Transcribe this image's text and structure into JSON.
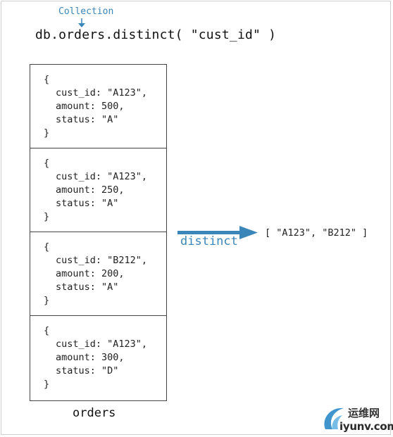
{
  "collection_label": "Collection",
  "command": "db.orders.distinct( \"cust_id\" )",
  "collection_name": "orders",
  "operation_label": "distinct",
  "result": "[ \"A123\", \"B212\" ]",
  "colors": {
    "accent": "#3a86b8",
    "text": "#111111",
    "border": "#444444"
  },
  "documents": [
    {
      "open": "{",
      "cust_id": "cust_id: \"A123\",",
      "amount": "amount: 500,",
      "status": "status: \"A\"",
      "close": "}"
    },
    {
      "open": "{",
      "cust_id": "cust_id: \"A123\",",
      "amount": "amount: 250,",
      "status": "status: \"A\"",
      "close": "}"
    },
    {
      "open": "{",
      "cust_id": "cust_id: \"B212\",",
      "amount": "amount: 200,",
      "status": "status: \"A\"",
      "close": "}"
    },
    {
      "open": "{",
      "cust_id": "cust_id: \"A123\",",
      "amount": "amount: 300,",
      "status": "status: \"D\"",
      "close": "}"
    }
  ],
  "watermark": {
    "text_cn": "运维网",
    "url": "iyunv.com",
    "icon": "swoosh-logo-icon"
  }
}
